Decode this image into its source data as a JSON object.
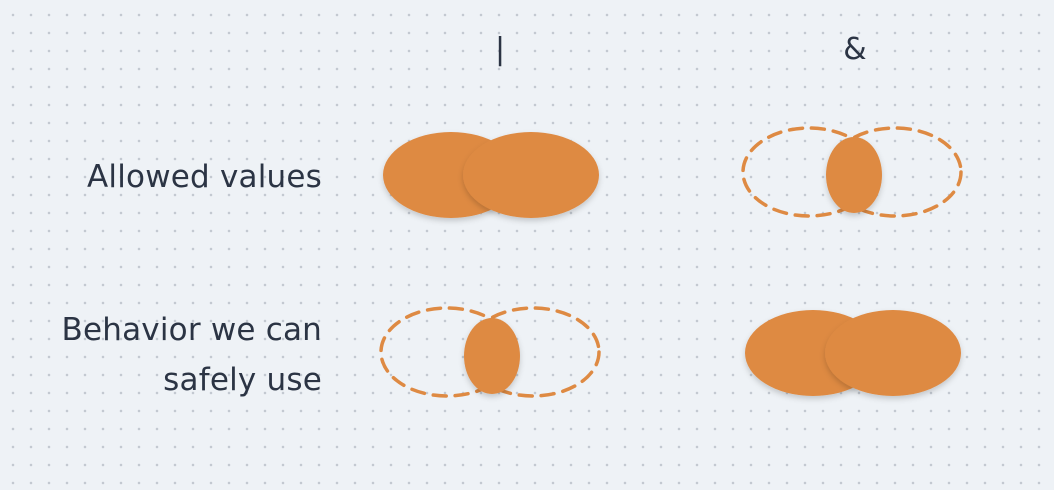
{
  "columns": [
    {
      "operator": "|"
    },
    {
      "operator": "&"
    }
  ],
  "rows": [
    {
      "label_lines": [
        "Allowed values"
      ]
    },
    {
      "label_lines": [
        "Behavior we can",
        "safely use"
      ]
    }
  ],
  "cells": [
    {
      "row": 0,
      "column": 0,
      "shape": "union",
      "description_shown": "two overlapping filled ellipses"
    },
    {
      "row": 0,
      "column": 1,
      "shape": "intersection",
      "description_shown": "dashed ellipse outlines with filled overlap"
    },
    {
      "row": 1,
      "column": 0,
      "shape": "intersection",
      "description_shown": "dashed ellipse outlines with filled overlap"
    },
    {
      "row": 1,
      "column": 1,
      "shape": "union",
      "description_shown": "two overlapping filled ellipses"
    }
  ],
  "colors": {
    "fill": "#de8a43",
    "text": "#2b3444",
    "background": "#eef2f6",
    "grid_dot": "#c3c9d1"
  }
}
